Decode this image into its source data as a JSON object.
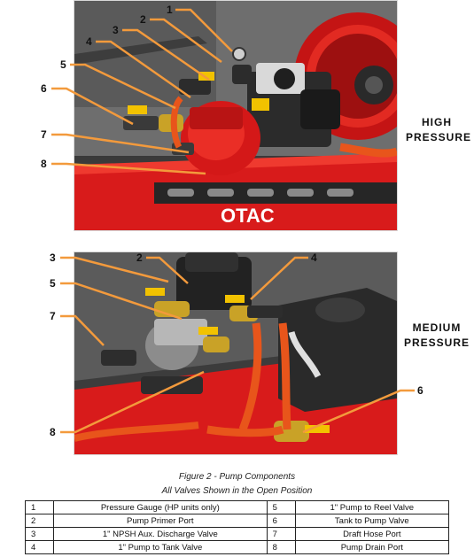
{
  "top_figure": {
    "side_label": [
      "HIGH",
      "PRESSURE"
    ],
    "callouts": [
      "1",
      "2",
      "3",
      "4",
      "5",
      "6",
      "7",
      "8"
    ],
    "brand_text": "OTAC"
  },
  "bottom_figure": {
    "side_label": [
      "MEDIUM",
      "PRESSURE"
    ],
    "callouts": [
      "3",
      "2",
      "4",
      "5",
      "7",
      "6",
      "8"
    ]
  },
  "caption": {
    "title": "Figure 2 - Pump Components",
    "subtitle": "All Valves Shown in the Open Position"
  },
  "components": [
    {
      "left_num": "1",
      "left_desc": "Pressure Gauge (HP units only)",
      "right_num": "5",
      "right_desc": "1\" Pump to Reel Valve"
    },
    {
      "left_num": "2",
      "left_desc": "Pump Primer Port",
      "right_num": "6",
      "right_desc": "Tank to Pump Valve"
    },
    {
      "left_num": "3",
      "left_desc": "1\" NPSH Aux. Discharge Valve",
      "right_num": "7",
      "right_desc": "Draft Hose Port"
    },
    {
      "left_num": "4",
      "left_desc": "1\" Pump to Tank Valve",
      "right_num": "8",
      "right_desc": "Pump Drain Port"
    }
  ],
  "colors": {
    "leader_orange": "#f39a3c",
    "pump_red": "#d91c1c",
    "valve_yellow": "#f2c200",
    "hose_orange": "#e8551b",
    "frame_gray": "#4a4a4a"
  }
}
